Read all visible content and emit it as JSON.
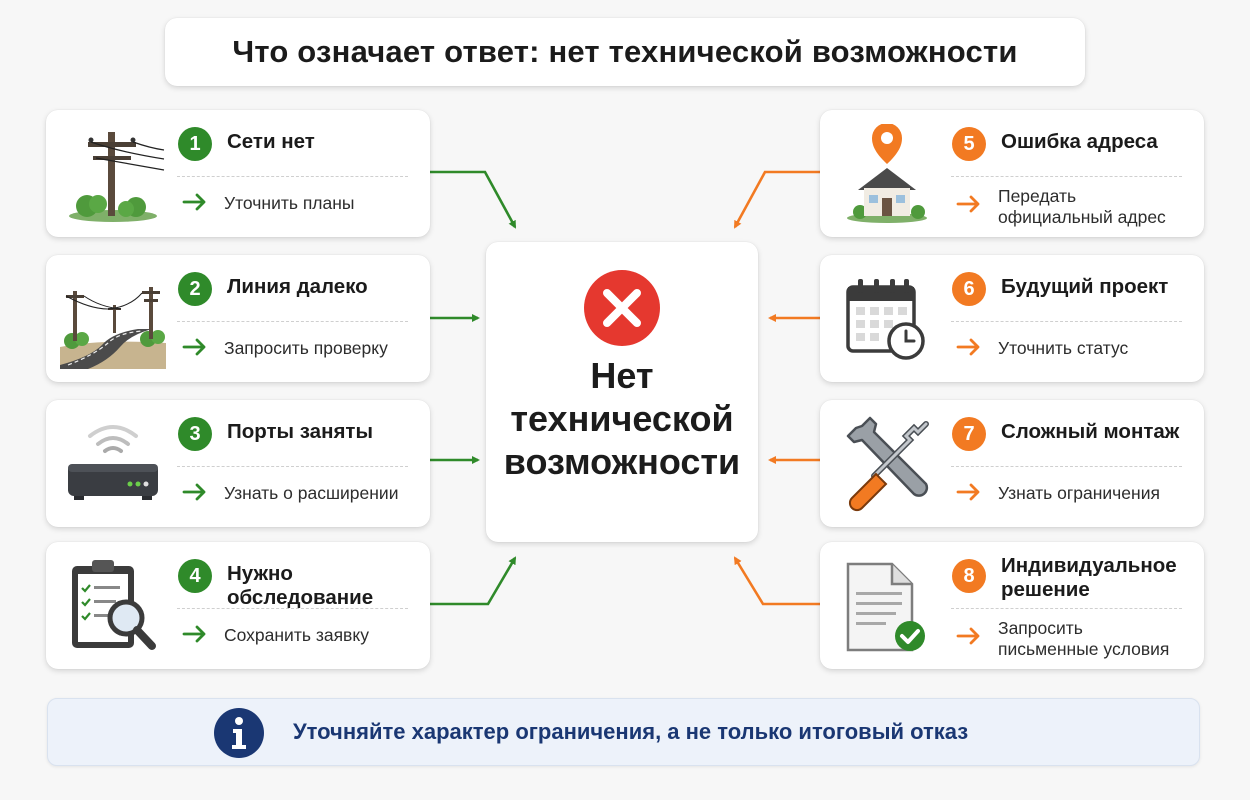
{
  "title": "Что означает ответ: нет технической возможности",
  "center": {
    "line1": "Нет",
    "line2": "технической",
    "line3": "возможности"
  },
  "items": [
    {
      "number": "1",
      "heading": "Сети нет",
      "action": "Уточнить планы",
      "icon": "power-pole-icon",
      "color": "green"
    },
    {
      "number": "2",
      "heading": "Линия далеко",
      "action": "Запросить проверку",
      "icon": "road-power-line-icon",
      "color": "green"
    },
    {
      "number": "3",
      "heading": "Порты заняты",
      "action": "Узнать о расширении",
      "icon": "router-icon",
      "color": "green"
    },
    {
      "number": "4",
      "heading": "Нужно обследование",
      "action": "Сохранить заявку",
      "icon": "clipboard-magnifier-icon",
      "color": "green"
    },
    {
      "number": "5",
      "heading": "Ошибка адреса",
      "action_line1": "Передать",
      "action_line2": "официальный адрес",
      "icon": "house-location-icon",
      "color": "orange"
    },
    {
      "number": "6",
      "heading": "Будущий проект",
      "action": "Уточнить статус",
      "icon": "calendar-clock-icon",
      "color": "orange"
    },
    {
      "number": "7",
      "heading": "Сложный монтаж",
      "action": "Узнать ограничения",
      "icon": "wrench-screwdriver-icon",
      "color": "orange"
    },
    {
      "number": "8",
      "heading_line1": "Индивидуальное",
      "heading_line2": "решение",
      "action_line1": "Запросить",
      "action_line2": "письменные условия",
      "icon": "document-check-icon",
      "color": "orange"
    }
  ],
  "info": {
    "text": "Уточняйте характер ограничения, а не только итоговый отказ",
    "icon": "info-icon"
  },
  "colors": {
    "green": "#2f8a2a",
    "orange": "#f27a22",
    "red": "#e5382f",
    "navy": "#1a3773"
  }
}
